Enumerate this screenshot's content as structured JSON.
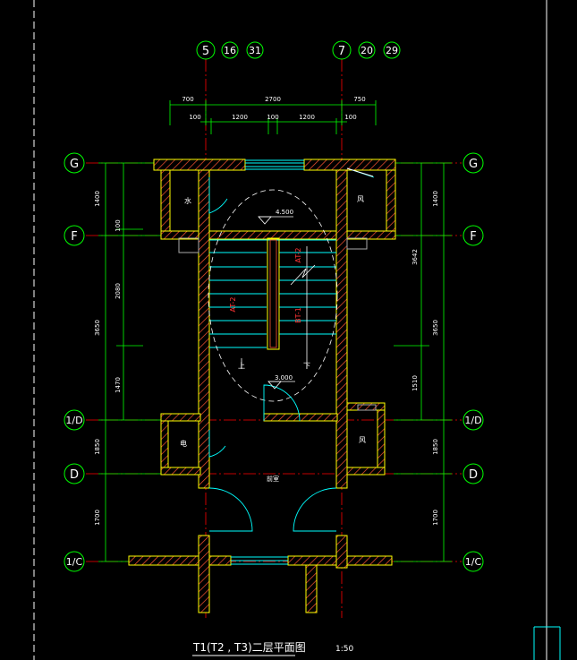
{
  "title": "T1(T2 , T3)二层平面图",
  "scale": "1:50",
  "top_axes": {
    "left": [
      "5",
      "16",
      "31"
    ],
    "right": [
      "7",
      "20",
      "29"
    ]
  },
  "row_axes": [
    "G",
    "F",
    "1/D",
    "D",
    "1/C"
  ],
  "dims": {
    "top_row1": [
      "700",
      "2700",
      "750"
    ],
    "top_row2": [
      "100",
      "1200",
      "100",
      "1200",
      "100"
    ],
    "left_segments": [
      "1400",
      "100",
      "2080",
      "1470",
      "1850",
      "1700"
    ],
    "left_total": "3650",
    "right_segments": [
      "1400",
      "1510",
      "1850",
      "1700"
    ],
    "right_total": "3650",
    "right_sub": "3642"
  },
  "levels": {
    "upper": "4.500",
    "lower": "3.000"
  },
  "stair_labels": {
    "up": "上",
    "down": "下",
    "a": "AT-2",
    "b": "BT-1",
    "c": "AT-2"
  },
  "room_labels": {
    "water": "水",
    "wind_top": "风",
    "electric": "电",
    "wind_bottom": "风",
    "front_room": "前室"
  },
  "colors": {
    "axis": "#ff0000",
    "wall": "#ffff00",
    "hatch": "#ff5533",
    "dim": "#00ff00",
    "glass": "#00ffff",
    "text": "#ffffff",
    "label_red": "#ff3333"
  }
}
